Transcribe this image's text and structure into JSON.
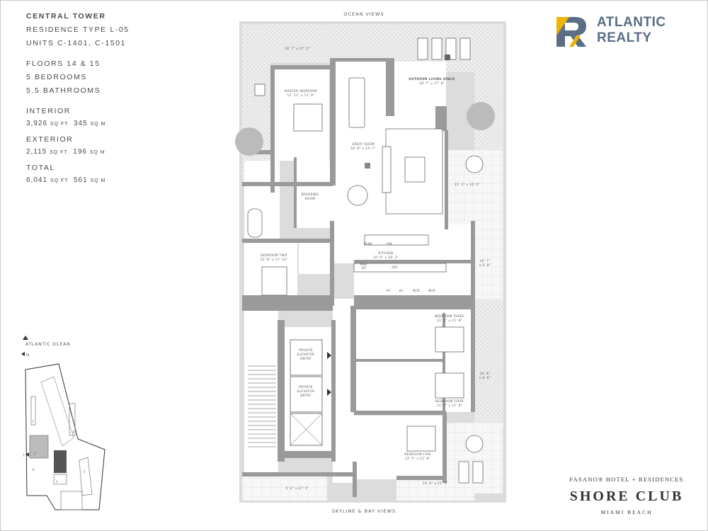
{
  "info": {
    "tower": "CENTRAL TOWER",
    "residence_type": "RESIDENCE TYPE L-05",
    "units": "UNITS C-1401, C-1501",
    "floors": "FLOORS 14 & 15",
    "bedrooms": "5 BEDROOMS",
    "bathrooms": "5.5 BATHROOMS",
    "interior_label": "INTERIOR",
    "interior_sqft": "3,926",
    "interior_sqm": "345",
    "exterior_label": "EXTERIOR",
    "exterior_sqft": "2,115",
    "exterior_sqm": "196",
    "total_label": "TOTAL",
    "total_sqft": "6,041",
    "total_sqm": "561",
    "sqft_unit": "SQ FT",
    "sqm_unit": "SQ M"
  },
  "logo": {
    "line1": "ATLANTIC",
    "line2": "REALTY",
    "color": "#5a6e86",
    "accent": "#f0b400"
  },
  "brand": {
    "fasano": "FASANO® HOTEL + RESIDENCES",
    "shore": "SHORE CLUB",
    "miami": "MIAMI BEACH"
  },
  "plan": {
    "ocean_views": "OCEAN VIEWS",
    "skyline_views": "SKYLINE & BAY VIEWS",
    "dim_terrace_top": "18' 7\" x 17' 2\"",
    "outdoor_label": "OUTDOOR LIVING SPACE",
    "outdoor_dim": "18' 7\" x 17' 8\"",
    "master_label": "MASTER BEDROOM",
    "master_dim": "12' 11\" x 11' 9\"",
    "great_room_label": "GREAT ROOM",
    "great_room_dim": "18' 8\" x 23' 7\"",
    "dressing_label": "DRESSING",
    "dressing_label2": "ROOM",
    "dim_right_terrace": "15' 3\" x 10' 5\"",
    "kitchen_label": "KITCHEN",
    "kitchen_dim": "10' 0\" x 18' 2\"",
    "wine": "WINE",
    "dw": "DW",
    "mw": "MW/",
    "ov": "OV",
    "ref": "REF",
    "ac": "AC",
    "wd": "W/D",
    "bedroom_two_label": "BEDROOM TWO",
    "bedroom_two_dim": "13' 8\" x 11' 10\"",
    "dim_balcony_1": "10' 7\"",
    "dim_balcony_2": "x 5' 8\"",
    "bedroom_three_label": "BEDROOM THREE",
    "bedroom_three_dim": "11' 5\" x 11' 8\"",
    "bedroom_four_label": "BEDROOM FOUR",
    "bedroom_four_dim": "11' 0\" x 11' 8\"",
    "dim_balcony_3": "24' 8\"",
    "dim_balcony_4": "x 6' 8\"",
    "elevator_1": "PRIVATE",
    "elevator_2": "ELEVATOR",
    "elevator_3": "ENTRY",
    "bedroom_five_label": "BEDROOM FIVE",
    "bedroom_five_dim": "12' 5\" x 12' 8\"",
    "dim_bottom_terrace": "15' 6\" x 21' 5\"",
    "dim_bottom_left": "5' 0\" x 27' 5\""
  },
  "site": {
    "ocean": "ATLANTIC OCEAN",
    "north": "N",
    "labels": [
      "1",
      "2",
      "3",
      "4",
      "5",
      "6",
      "7"
    ]
  }
}
